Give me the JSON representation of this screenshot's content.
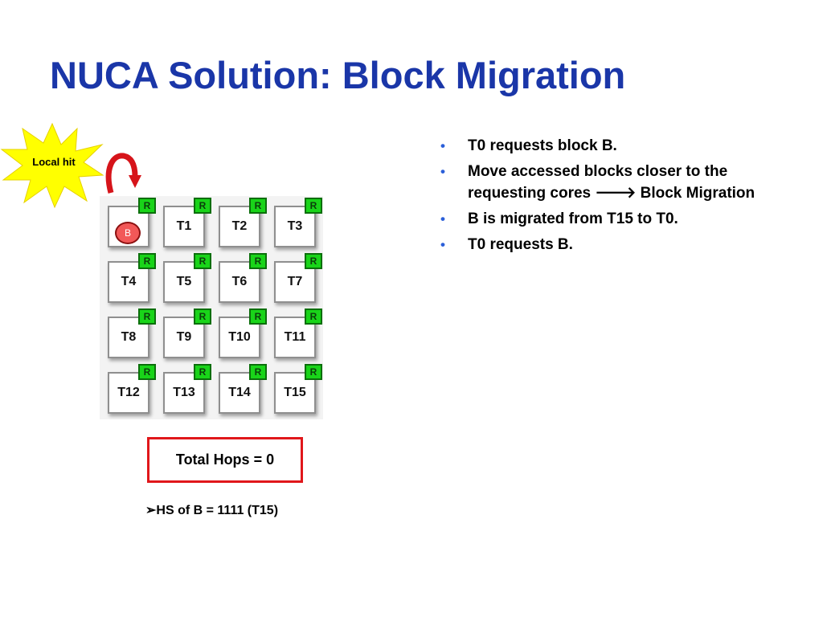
{
  "slide": {
    "title": "NUCA Solution: Block Migration",
    "bullets": [
      {
        "text": "T0 requests block B."
      },
      {
        "text_before": "Move accessed blocks closer to the requesting cores ",
        "arrow_glyph": "🡒",
        "text_after": " Block Migration"
      },
      {
        "text": "B is migrated from T15 to T0."
      },
      {
        "text": "T0 requests B."
      }
    ]
  },
  "diagram": {
    "local_hit_label": "Local hit",
    "router_label": "R",
    "block_label": "B",
    "block_tile": 0,
    "tiles": [
      "",
      "T1",
      "T2",
      "T3",
      "T4",
      "T5",
      "T6",
      "T7",
      "T8",
      "T9",
      "T10",
      "T11",
      "T12",
      "T13",
      "T14",
      "T15"
    ],
    "total_hops_text": "Total Hops = 0",
    "hs_marker": "➢",
    "hs_text": "HS of B = 1111 (T15)",
    "colors": {
      "title": "#1a36a8",
      "bullet": "#2b5fd9",
      "router_fill": "#19d419",
      "block_fill": "#f25858",
      "starburst_fill": "#ffff00",
      "migrate_arrow": "#d6141a",
      "hops_border": "#e0171b"
    }
  }
}
